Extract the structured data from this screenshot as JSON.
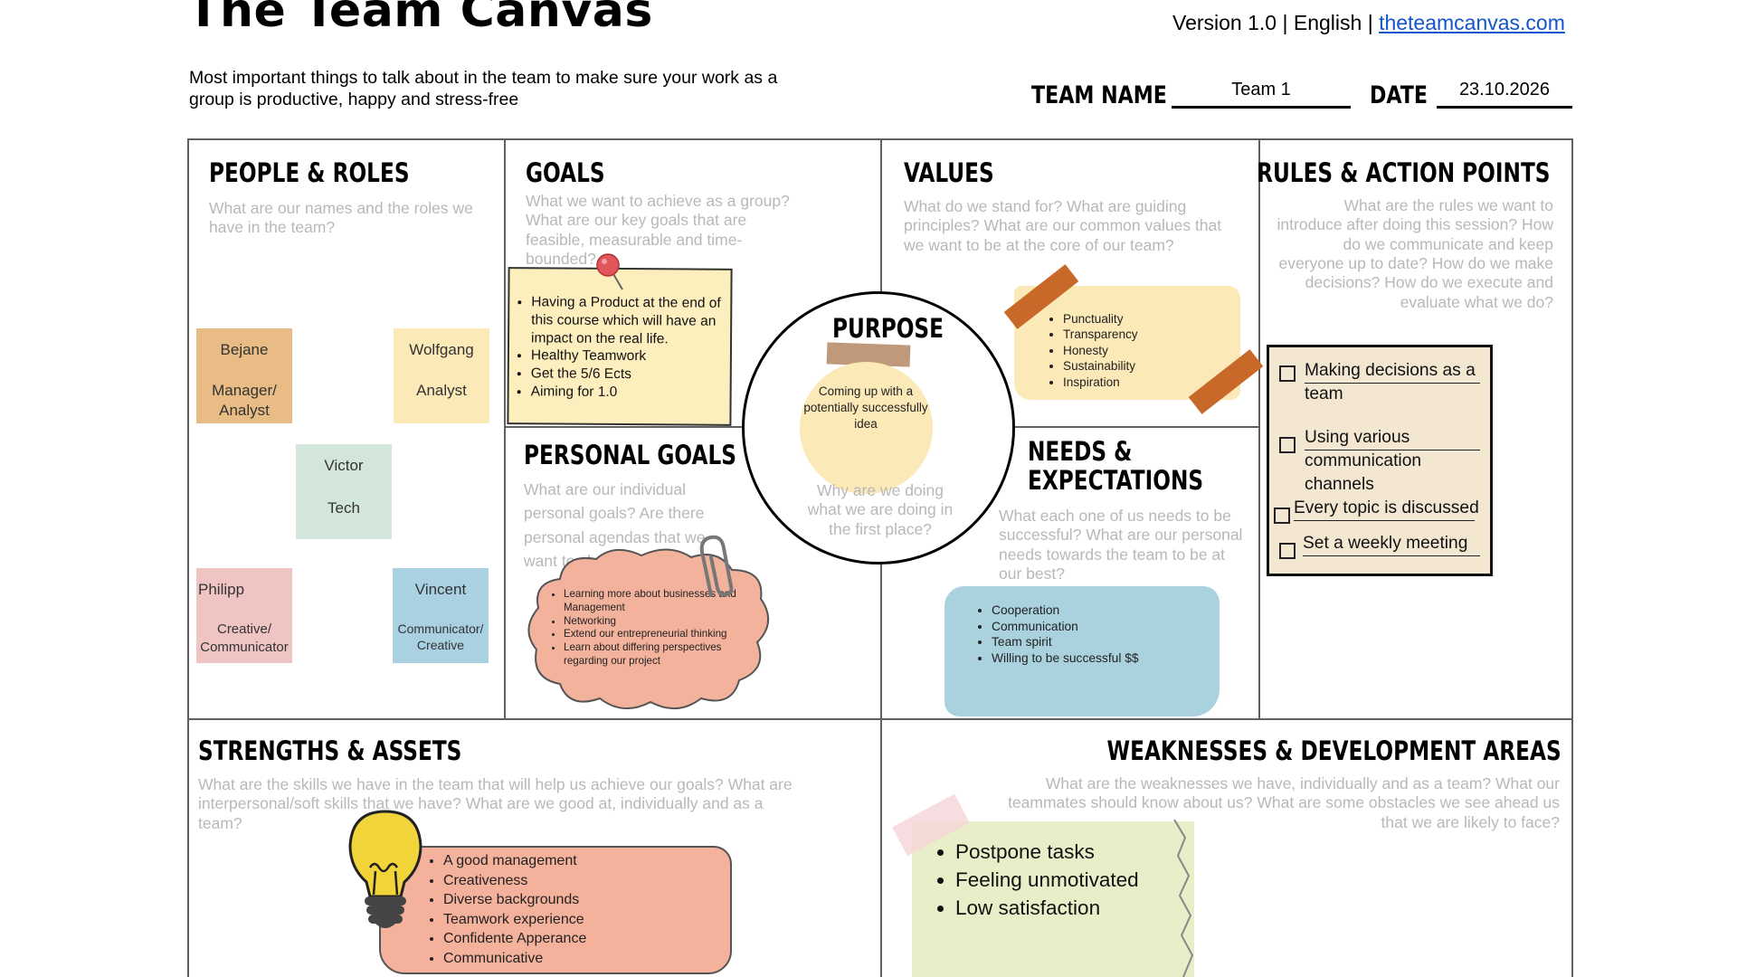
{
  "header": {
    "title": "The Team Canvas",
    "version": "Version 1.0",
    "language": "English",
    "sep": "|",
    "link": "theteamcanvas.com",
    "subtitle": "Most important things to talk about in the team to make sure your work as a group is productive, happy and stress-free",
    "team_name_label": "TEAM NAME",
    "team_name_value": "Team 1",
    "date_label": "DATE",
    "date_value": "23.10.2026"
  },
  "people_roles": {
    "title": "PEOPLE & ROLES",
    "prompt": "What are our names and the roles we have in the team?",
    "people": [
      {
        "name": "Bejane",
        "role": "Manager/ Analyst",
        "color": "#e9bc86"
      },
      {
        "name": "Wolfgang",
        "role": "Analyst",
        "color": "#fbe9b7"
      },
      {
        "name": "Victor",
        "role": "Tech",
        "color": "#d2e6dc"
      },
      {
        "name": "Philipp",
        "role": "Creative/ Communicator",
        "color": "#f1c4c4"
      },
      {
        "name": "Vincent",
        "role": "Communicator/ Creative",
        "color": "#a9d1e2"
      }
    ]
  },
  "goals": {
    "title": "GOALS",
    "prompt": "What we want to achieve as a group? What are our key goals that are feasible, measurable and time-bounded?",
    "items": [
      "Having a Product at the end of this course which will have an impact on the real life.",
      "Healthy Teamwork",
      "Get the 5/6 Ects",
      "Aiming for 1.0"
    ]
  },
  "values": {
    "title": "VALUES",
    "prompt": "What do we stand for? What are guiding principles? What are our common values that we want to be at the core of our team?",
    "items": [
      "Punctuality",
      "Transparency",
      "Honesty",
      "Sustainability",
      "Inspiration"
    ]
  },
  "rules": {
    "title": "RULES & ACTION POINTS",
    "prompt": "What are the rules we want to introduce after doing this session? How do we communicate and keep everyone up to date? How do we make decisions? How do we execute and evaluate what we do?",
    "items": [
      "Making decisions as a team",
      "Using various communication channels",
      "Every topic is discussed",
      "Set a weekly meeting"
    ]
  },
  "purpose": {
    "title": "PURPOSE",
    "inner": "Coming up with a potentially successfully idea",
    "prompt": "Why are we doing what we are doing in the first place?"
  },
  "personal_goals": {
    "title": "PERSONAL GOALS",
    "prompt": "What are our individual personal goals? Are there personal agendas that we want to share?",
    "items": [
      "Learning more about businesses and Management",
      "Networking",
      "Extend our entrepreneurial thinking",
      "Learn about differing perspectives regarding our project"
    ]
  },
  "needs": {
    "title_line1": "NEEDS &",
    "title_line2": "EXPECTATIONS",
    "prompt": "What each one of us needs to be successful? What are our personal needs towards the team to be at our best?",
    "items": [
      "Cooperation",
      "Communication",
      "Team spirit",
      "Willing to be successful $$"
    ]
  },
  "strengths": {
    "title": "STRENGTHS & ASSETS",
    "prompt": "What are the skills we have in the team that will help us achieve our goals? What are interpersonal/soft skills that we have? What are we good at, individually and as a team?",
    "items": [
      "A good management",
      "Creativeness",
      "Diverse backgrounds",
      "Teamwork experience",
      "Confidente Apperance",
      "Communicative"
    ]
  },
  "weaknesses": {
    "title": "WEAKNESSES & DEVELOPMENT AREAS",
    "prompt": "What are the weaknesses we have, individually and as a team? What our teammates should know about us? What are some obstacles we see ahead us that we are likely to face?",
    "items": [
      "Postpone tasks",
      "Feeling unmotivated",
      "Low satisfaction"
    ]
  }
}
